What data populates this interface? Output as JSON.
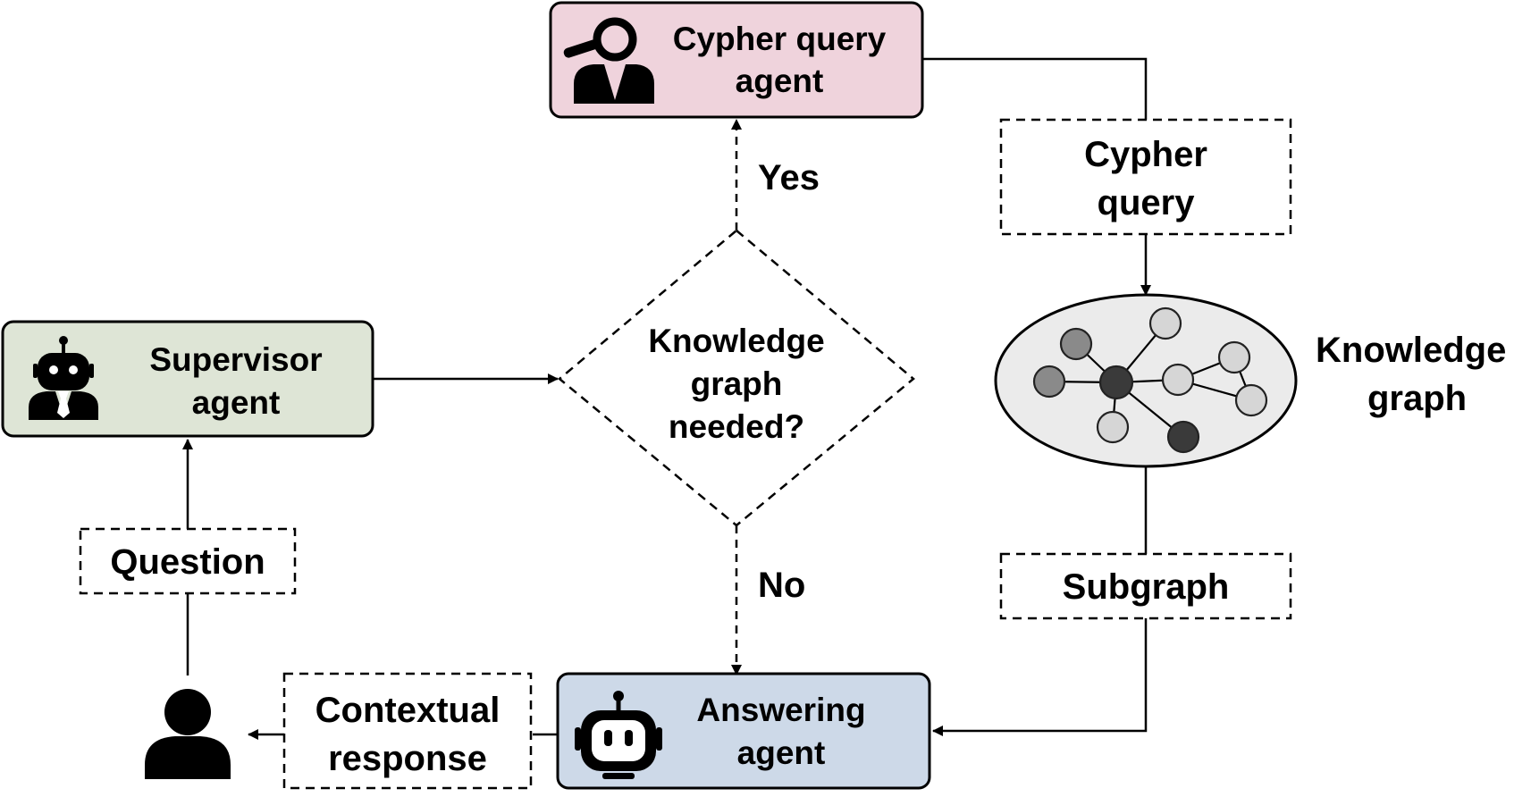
{
  "nodes": {
    "cypher_agent": {
      "line1": "Cypher query",
      "line2": "agent",
      "fill": "#efd3dc"
    },
    "supervisor_agent": {
      "line1": "Supervisor",
      "line2": "agent",
      "fill": "#dee5d6"
    },
    "answering_agent": {
      "line1": "Answering",
      "line2": "agent",
      "fill": "#cdd9e8"
    },
    "decision": {
      "line1": "Knowledge",
      "line2": "graph",
      "line3": "needed?"
    },
    "cypher_query": {
      "line1": "Cypher",
      "line2": "query"
    },
    "subgraph": {
      "label": "Subgraph"
    },
    "question": {
      "label": "Question"
    },
    "contextual_response": {
      "line1": "Contextual",
      "line2": "response"
    },
    "knowledge_graph": {
      "line1": "Knowledge",
      "line2": "graph",
      "fill": "#ebebeb"
    }
  },
  "edges": {
    "yes_label": "Yes",
    "no_label": "No"
  },
  "icons": {
    "cypher_agent": "magnifier-person-icon",
    "supervisor_agent": "robot-businessman-icon",
    "answering_agent": "robot-head-icon",
    "user": "user-icon"
  },
  "colors": {
    "graph_node_dark": "#3a3a3a",
    "graph_node_mid": "#8a8a8a",
    "graph_node_light": "#d6d6d6"
  }
}
